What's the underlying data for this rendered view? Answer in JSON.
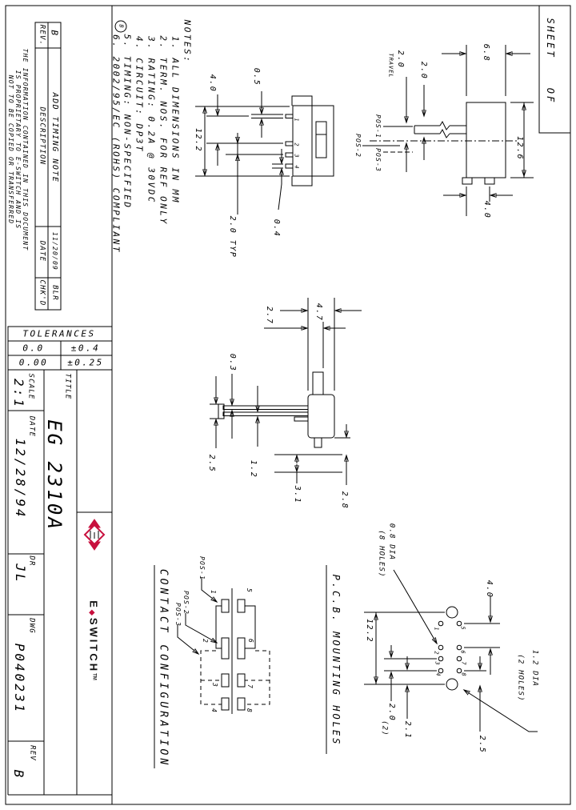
{
  "sheet": {
    "label_sheet": "SHEET",
    "label_of": "OF"
  },
  "proprietary": {
    "l1": "THE INFORMATION CONTAINED IN THIS DOCUMENT",
    "l2": "IS PROPRIETARY TO E-SWITCH AND IS",
    "l3": "NOT TO BE COPIED OR TRANSFERRED"
  },
  "revisions": {
    "rev_label": "REV.",
    "rev": "B",
    "desc_label": "DESCRIPTION",
    "description": "ADD TIMING NOTE",
    "date_label": "DATE",
    "date": "11/20/09",
    "chkd_label": "CHK'D",
    "chkd": "BLR",
    "note_flag": "B"
  },
  "notes": {
    "heading": "NOTES:",
    "items": [
      "1. ALL DIMENSIONS IN MM",
      "2. TERM. NOS. FOR REF ONLY",
      "3. RATING: 0.2A @ 30VDC",
      "4. CIRCUIT: DP3T",
      "5. TIMING: NON-SPECIFIED",
      "6. 2002/95/EC (ROHS) COMPLIANT"
    ]
  },
  "tolerances": {
    "heading": "TOLERANCES",
    "rows": [
      {
        "places": "0.0",
        "tol": "±0.4"
      },
      {
        "places": "0.00",
        "tol": "±0.25"
      }
    ]
  },
  "title_block": {
    "scale_label": "SCALE",
    "scale": "2:1",
    "title_label": "TITLE",
    "part_number": "EG 2310A",
    "date_label": "DATE",
    "date": "12/28/94",
    "drawn_label": "DR",
    "drawn_by": "JL",
    "dwg_label": "DWG",
    "dwg_number": "P040231",
    "rev_label": "REV",
    "rev": "B"
  },
  "brand": {
    "name_e": "E",
    "separator": "◆",
    "name_rest": "SWITCH",
    "tm": "TM",
    "color": "#C8103E"
  },
  "views": {
    "top": {
      "dim_width": "6.8",
      "dim_length": "12.6",
      "dim_travel": "2.0",
      "travel_label": "TRAVEL",
      "dim_travel2": "2.0",
      "dim_stub": "4.0",
      "pos1": "POS-1",
      "pos2": "POS-2",
      "pos3": "POS-3"
    },
    "bottom": {
      "dim_pin1_gap": "4.0",
      "dim_pin_w": "0.5",
      "dim_body": "12.2",
      "dim_pitch": "2.0 TYP",
      "dim_pin_t": "0.4",
      "pins": [
        "1",
        "2",
        "3",
        "4"
      ]
    },
    "side": {
      "dim_body_w": "4.7",
      "dim_knob": "2.7",
      "dim_pin_t": "0.3",
      "dim_foot": "2.5",
      "dim_gap": "1.2",
      "dim_stand1": "3.1",
      "dim_stand2": "2.8"
    },
    "contact": {
      "heading": "CONTACT CONFIGURATION",
      "pos1": "POS-1",
      "pos2": "POS-2",
      "pos3": "POS-3",
      "terminals": [
        "1",
        "2",
        "3",
        "4",
        "5",
        "6",
        "7",
        "8"
      ]
    },
    "pcb": {
      "heading": "P.C.B. MOUNTING HOLES",
      "small_hole_l1": "0.8 DIA",
      "small_hole_l2": "(8 HOLES)",
      "big_hole_l1": "1.2 DIA",
      "big_hole_l2": "(2 HOLES)",
      "dim_span": "12.2",
      "dim_top": "4.0",
      "dim_pitch": "2.0",
      "dim_pitch_qty": "(2)",
      "dim_gap1": "2.1",
      "dim_gap2": "2.5",
      "holes": [
        "1",
        "2",
        "3",
        "4",
        "5",
        "6",
        "7",
        "8"
      ]
    }
  }
}
